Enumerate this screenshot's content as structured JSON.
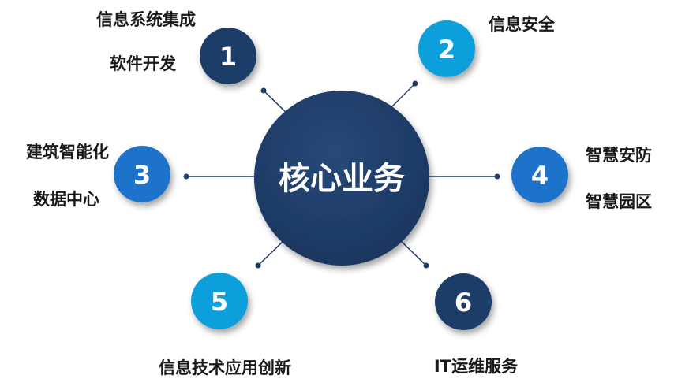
{
  "center": {
    "label": "核心业务"
  },
  "nodes": [
    {
      "number": "1",
      "labels": [
        "信息系统集成",
        "软件开发"
      ]
    },
    {
      "number": "2",
      "labels": [
        "信息安全"
      ]
    },
    {
      "number": "3",
      "labels": [
        "建筑智能化",
        "数据中心"
      ]
    },
    {
      "number": "4",
      "labels": [
        "智慧安防",
        "智慧园区"
      ]
    },
    {
      "number": "5",
      "labels": [
        "信息技术应用创新"
      ]
    },
    {
      "number": "6",
      "labels": [
        "IT运维服务"
      ]
    }
  ],
  "colors": {
    "dark_navy": "#1f3d68",
    "light_blue": "#0f9fdc",
    "mid_blue": "#1a73c9",
    "connector": "#1f3d68"
  }
}
